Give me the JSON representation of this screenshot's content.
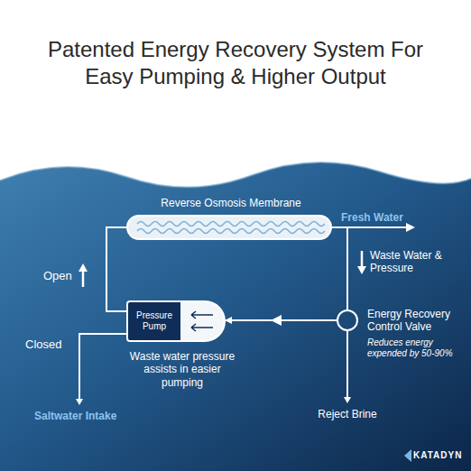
{
  "diagram": {
    "title": "Patented Energy Recovery System For Easy Pumping & Higher Output",
    "nodes": [
      {
        "text": [
          "Reverse Osmosis Membrane"
        ]
      },
      {
        "text": [
          "Pressure Pump"
        ]
      },
      {
        "text": [
          "Energy Recovery Control Valve",
          "Reduces energy expended by 50-90%"
        ]
      }
    ],
    "edges": [
      {
        "from": 0,
        "to": 2,
        "arrow": "none"
      },
      {
        "from": 2,
        "to": 1,
        "arrow": "to"
      },
      {
        "from": 1,
        "to": 0,
        "arrow": "none"
      }
    ],
    "labels": [
      "Fresh Water",
      "Waste Water & Pressure",
      "Open",
      "Closed",
      "Saltwater Intake",
      "Reject Brine",
      "Waste water pressure assists in easier pumping",
      "KATADYN"
    ]
  }
}
